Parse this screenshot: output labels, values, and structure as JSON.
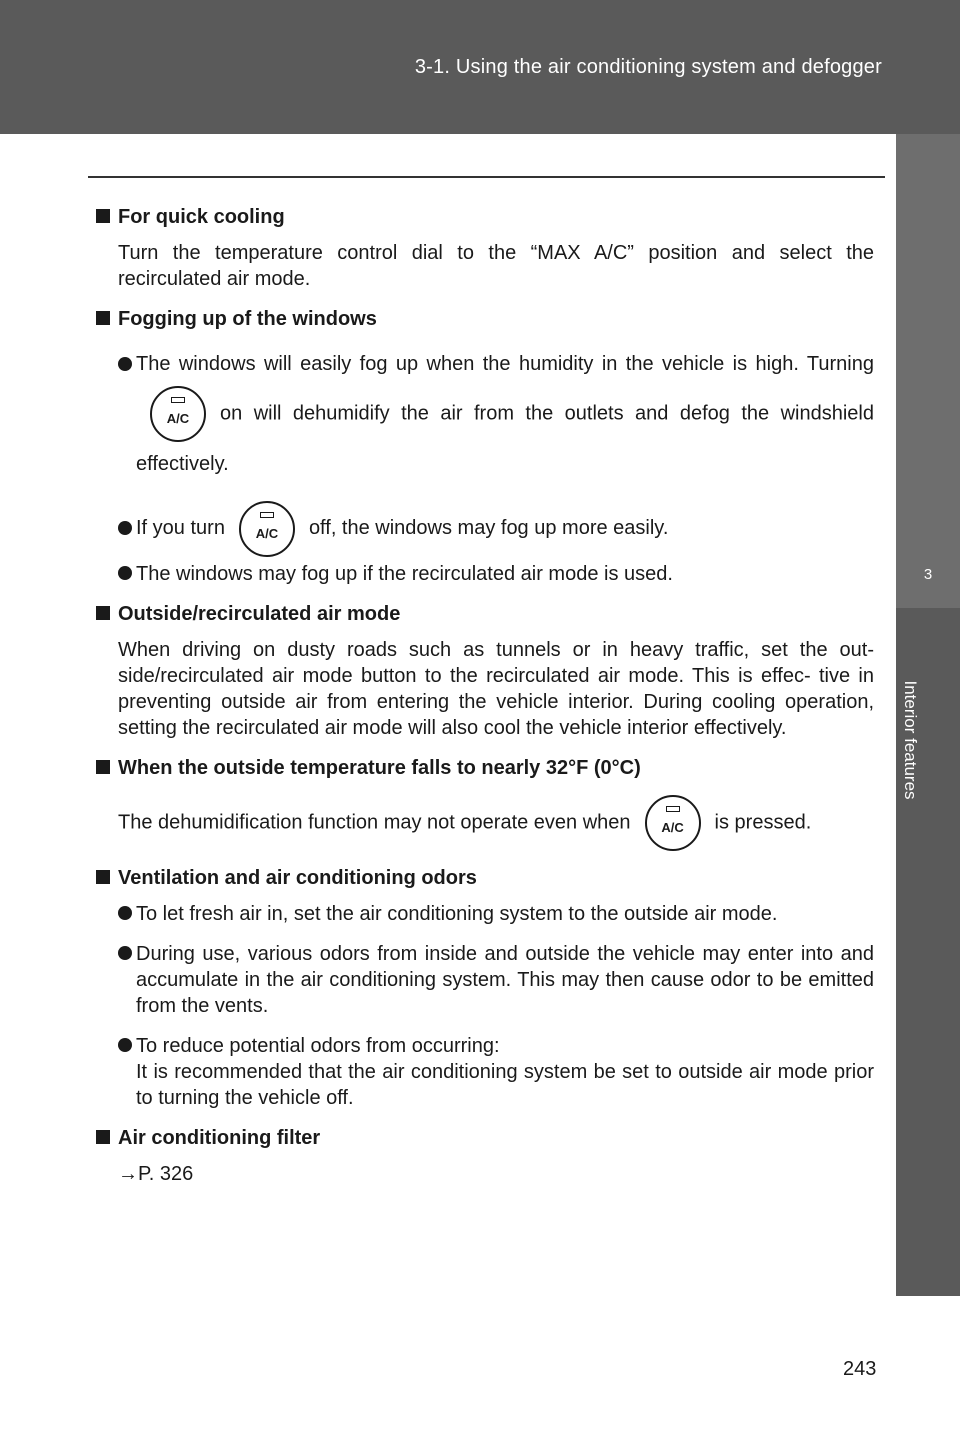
{
  "header": {
    "title": "3-1. Using the air conditioning system and defogger"
  },
  "side_tab": {
    "chapter_number": "3",
    "chapter_title": "Interior features"
  },
  "sections": {
    "quick_cooling": {
      "heading": "For quick cooling",
      "text": "Turn the temperature control dial to the “MAX A/C” position and select the recirculated air mode."
    },
    "fogging": {
      "heading": "Fogging up of the windows",
      "b1_pre": "The windows will easily fog up when the humidity in the vehicle is high. Turning",
      "b1_post": "on will dehumidify the air from the outlets and defog the windshield effectively.",
      "b2_pre": "If you turn",
      "b2_post": "off, the windows may fog up more easily.",
      "b3": "The windows may fog up if the recirculated air mode is used."
    },
    "outside_recirc": {
      "heading": "Outside/recirculated air mode",
      "text": "When driving on dusty roads such as tunnels or in heavy traffic, set the out- side/recirculated air mode button to the recirculated air mode. This is effec- tive in preventing outside air from entering the vehicle interior. During cooling operation, setting the recirculated air mode will also cool the vehicle interior effectively."
    },
    "outside_temp": {
      "heading": "When the outside temperature falls to nearly 32°F (0°C)",
      "text_pre": "The dehumidification function may not operate even when",
      "text_post": "is pressed."
    },
    "odors": {
      "heading": "Ventilation and air conditioning odors",
      "b1": "To let fresh air in, set the air conditioning system to the outside air mode.",
      "b2": "During use, various odors from inside and outside the vehicle may enter into and accumulate in the air conditioning system. This may then cause odor to be emitted from the vents.",
      "b3_line1": "To reduce potential odors from occurring:",
      "b3_line2": "It is recommended that the air conditioning system be set to outside air mode prior to turning the vehicle off."
    },
    "filter": {
      "heading": "Air conditioning filter",
      "ref": "→P. 326"
    }
  },
  "ac_button": {
    "label": "A/C"
  },
  "page_number": "243"
}
